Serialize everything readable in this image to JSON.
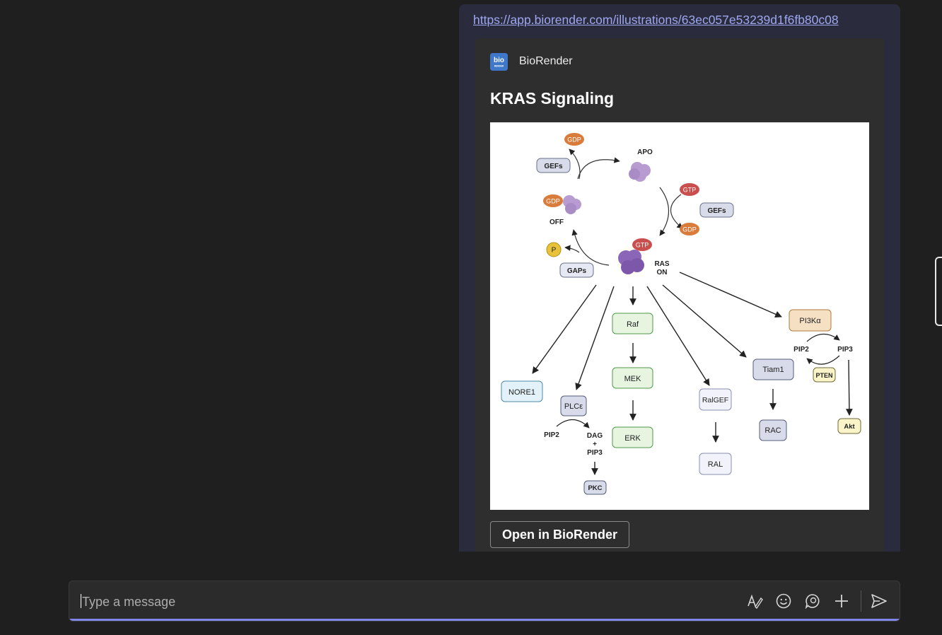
{
  "message": {
    "link_url": "https://app.biorender.com/illustrations/63ec057e53239d1f6fb80c08"
  },
  "preview_card": {
    "site_name": "BioRender",
    "logo_text_top": "bio",
    "logo_text_bottom": "RENDER",
    "title": "KRAS Signaling",
    "open_button_label": "Open in BioRender"
  },
  "diagram": {
    "gdp_top": "GDP",
    "apo": "APO",
    "gefs_top": "GEFs",
    "gtp_right": "GTP",
    "gefs_right": "GEFs",
    "gdp_right": "GDP",
    "gdp_left": "GDP",
    "off": "OFF",
    "p": "P",
    "gaps": "GAPs",
    "gtp_on": "GTP",
    "ras": "RAS",
    "on": "ON",
    "raf": "Raf",
    "mek": "MEK",
    "erk": "ERK",
    "nore1": "NORE1",
    "plce": "PLCε",
    "pip2_left": "PIP2",
    "dag": "DAG",
    "plus": "+",
    "pip3_left": "PIP3",
    "pkc": "PKC",
    "ralgef": "RalGEF",
    "ral": "RAL",
    "tiam1": "Tiam1",
    "rac": "RAC",
    "pi3k": "PI3Kα",
    "pip2_right": "PIP2",
    "pip3_right": "PIP3",
    "pten": "PTEN",
    "akt": "Akt"
  },
  "composer": {
    "placeholder": "Type a message",
    "tools": [
      "format-icon",
      "emoji-icon",
      "loop-icon",
      "add-icon",
      "send-icon"
    ]
  },
  "colors": {
    "background": "#1f1f1f",
    "bubble": "#2a2c3d",
    "card": "#2e2e2e",
    "link": "#9ea6f0",
    "accent": "#7f86e8",
    "gdp": "#d97b3a",
    "gtp": "#c94f4f"
  }
}
